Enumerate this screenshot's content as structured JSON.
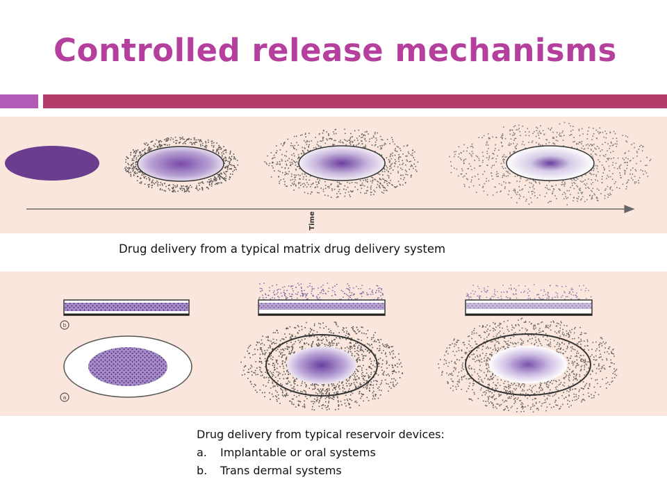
{
  "slide": {
    "title": "Controlled release mechanisms"
  },
  "matrix_figure": {
    "axis_label": "Time",
    "caption": "Drug delivery from a typical matrix drug delivery system"
  },
  "reservoir_figure": {
    "label_a": "a",
    "label_b": "b",
    "caption_heading": "Drug delivery from typical reservoir devices:",
    "items": [
      {
        "marker": "a.",
        "text": "Implantable or oral systems"
      },
      {
        "marker": "b.",
        "text": "Trans dermal systems"
      }
    ]
  },
  "colors": {
    "title": "#b43f9d",
    "accent_purple": "#b15bb6",
    "accent_rose": "#b43c6b",
    "panel_background": "#fbe6dd",
    "drug_purple": "#6a3d8f"
  }
}
